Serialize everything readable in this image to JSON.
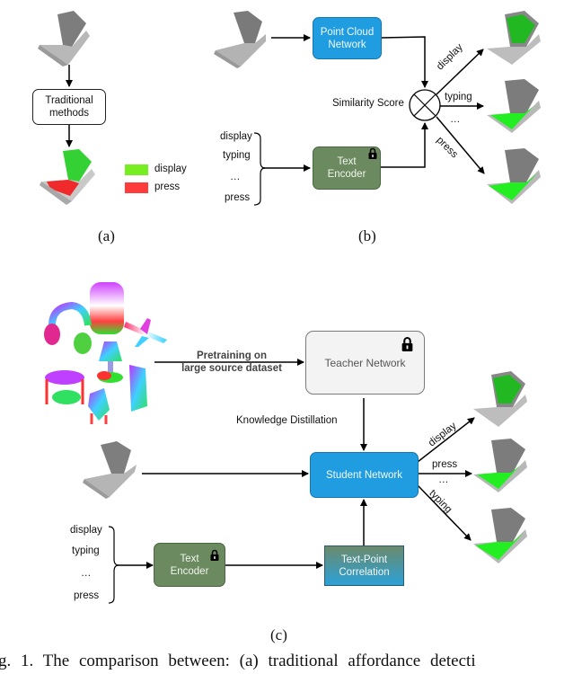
{
  "panel_a": {
    "method_box": "Traditional methods",
    "method_box_lines": [
      "Traditional",
      "methods"
    ],
    "legend": [
      {
        "label": "display",
        "color": "#77ee22"
      },
      {
        "label": "press",
        "color": "#ff3b3b"
      }
    ],
    "caption": "(a)"
  },
  "panel_b": {
    "point_cloud_box_lines": [
      "Point Cloud",
      "Network"
    ],
    "text_encoder_box_lines": [
      "Text",
      "Encoder"
    ],
    "similarity_label": "Similarity Score",
    "prompts": [
      "display",
      "typing",
      "…",
      "press"
    ],
    "outputs": [
      "display",
      "typing",
      "…",
      "press"
    ],
    "caption": "(b)"
  },
  "panel_c": {
    "pretraining_label_lines": [
      "Pretraining on",
      "large source dataset"
    ],
    "teacher_box": "Teacher Network",
    "distillation_label": "Knowledge Distillation",
    "student_box": "Student Network",
    "text_encoder_box_lines": [
      "Text",
      "Encoder"
    ],
    "correlation_box_lines": [
      "Text-Point",
      "Correlation"
    ],
    "prompts": [
      "display",
      "typing",
      "…",
      "press"
    ],
    "outputs": [
      "display",
      "press",
      "…",
      "typing"
    ],
    "caption": "(c)"
  },
  "figure_caption": "g. 1.    The comparison between: (a) traditional affordance detecti",
  "colors": {
    "affordance_green": "#22ee22",
    "press_red": "#ff3030",
    "network_blue": "#1f9de0",
    "encoder_green": "#6b8a5f"
  }
}
